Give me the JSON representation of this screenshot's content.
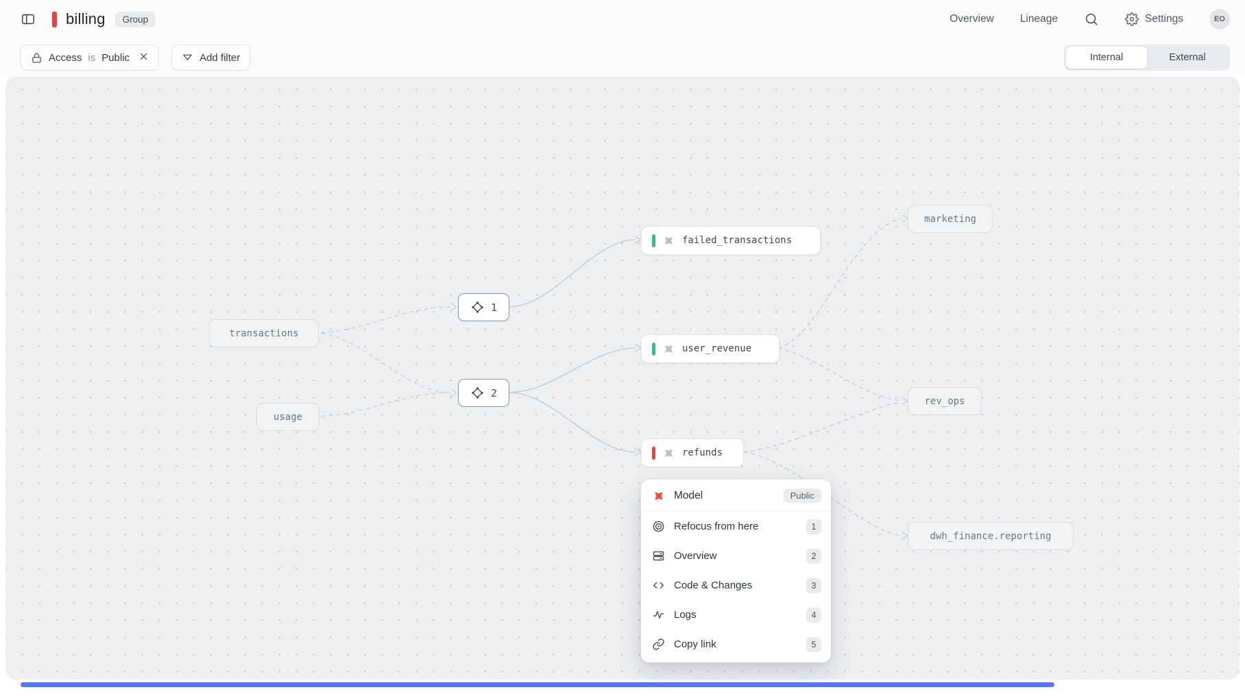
{
  "header": {
    "title": "billing",
    "group_badge": "Group",
    "nav": [
      {
        "label": "Overview"
      },
      {
        "label": "Lineage"
      }
    ],
    "settings_label": "Settings",
    "avatar_initials": "EO"
  },
  "filters": {
    "chip": {
      "field": "Access",
      "operator": "is",
      "value": "Public"
    },
    "add_filter_label": "Add filter",
    "view_toggle": {
      "options": [
        {
          "label": "Internal"
        },
        {
          "label": "External"
        }
      ],
      "selected": "Internal"
    }
  },
  "graph": {
    "nodes": [
      {
        "id": "transactions",
        "label": "transactions",
        "type": "external"
      },
      {
        "id": "usage",
        "label": "usage",
        "type": "external"
      },
      {
        "id": "group-1",
        "label": "1",
        "type": "group"
      },
      {
        "id": "group-2",
        "label": "2",
        "type": "group"
      },
      {
        "id": "failed_transactions",
        "label": "failed_transactions",
        "type": "model",
        "status_color": "#34c08b"
      },
      {
        "id": "user_revenue",
        "label": "user_revenue",
        "type": "model",
        "status_color": "#34c08b"
      },
      {
        "id": "refunds",
        "label": "refunds",
        "type": "model",
        "status_color": "#e8433c"
      },
      {
        "id": "marketing",
        "label": "marketing",
        "type": "external"
      },
      {
        "id": "rev_ops",
        "label": "rev_ops",
        "type": "external"
      },
      {
        "id": "dwh_finance.reporting",
        "label": "dwh_finance.reporting",
        "type": "external"
      }
    ],
    "edges": [
      {
        "from": "transactions",
        "to": "group-1",
        "style": "dashed"
      },
      {
        "from": "transactions",
        "to": "group-2",
        "style": "dashed"
      },
      {
        "from": "usage",
        "to": "group-2",
        "style": "dashed"
      },
      {
        "from": "group-1",
        "to": "failed_transactions",
        "style": "solid"
      },
      {
        "from": "group-2",
        "to": "user_revenue",
        "style": "solid"
      },
      {
        "from": "group-2",
        "to": "refunds",
        "style": "solid"
      },
      {
        "from": "user_revenue",
        "to": "marketing",
        "style": "dashed"
      },
      {
        "from": "user_revenue",
        "to": "rev_ops",
        "style": "dashed"
      },
      {
        "from": "refunds",
        "to": "rev_ops",
        "style": "dashed"
      },
      {
        "from": "refunds",
        "to": "dwh_finance.reporting",
        "style": "dashed"
      }
    ]
  },
  "context_menu": {
    "header": {
      "type_label": "Model",
      "badge": "Public"
    },
    "items": [
      {
        "icon": "target-icon",
        "label": "Refocus from here",
        "key": "1"
      },
      {
        "icon": "rows-icon",
        "label": "Overview",
        "key": "2"
      },
      {
        "icon": "code-icon",
        "label": "Code & Changes",
        "key": "3"
      },
      {
        "icon": "activity-icon",
        "label": "Logs",
        "key": "4"
      },
      {
        "icon": "link-icon",
        "label": "Copy link",
        "key": "5"
      }
    ]
  },
  "colors": {
    "accent_red": "#e8433c",
    "status_green": "#34c08b",
    "dbt_orange": "#ff4f2e",
    "scrollbar_blue": "#5575f6"
  }
}
